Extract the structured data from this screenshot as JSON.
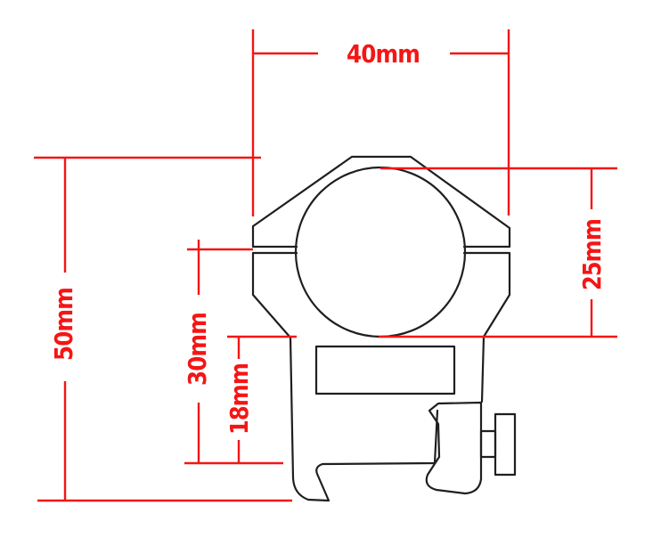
{
  "diagram": {
    "description": "technical dimension drawing of a high-profile scope ring mount with dovetail rail clamp, front view",
    "colors": {
      "dimension": "#f51515",
      "outline": "#1f1f1f",
      "background": "#ffffff"
    },
    "dimensions": {
      "top_width": "40mm",
      "overall_height": "50mm",
      "tube_diameter": "25mm",
      "center_height": "30mm",
      "saddle_height": "18mm"
    }
  }
}
